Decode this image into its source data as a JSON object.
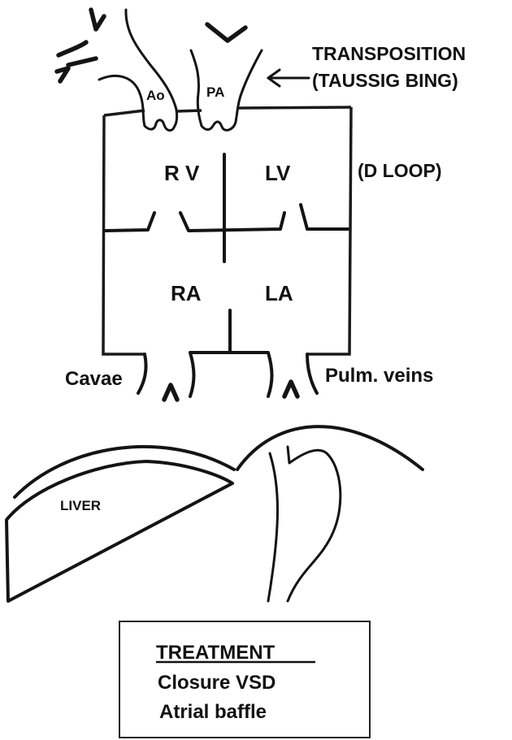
{
  "colors": {
    "ink": "#141414",
    "background": "#ffffff"
  },
  "labels": {
    "ao": "Ao",
    "pa": "PA",
    "rv": "R V",
    "lv": "LV",
    "ra": "RA",
    "la": "LA",
    "transposition": "TRANSPOSITION",
    "taussig_bing": "(TAUSSIG BING)",
    "d_loop": "(D LOOP)",
    "cavae": "Cavae",
    "pulm_veins": "Pulm. veins",
    "liver": "LIVER"
  },
  "treatment": {
    "title": "TREATMENT",
    "items": [
      "Closure VSD",
      "Atrial baffle"
    ]
  }
}
